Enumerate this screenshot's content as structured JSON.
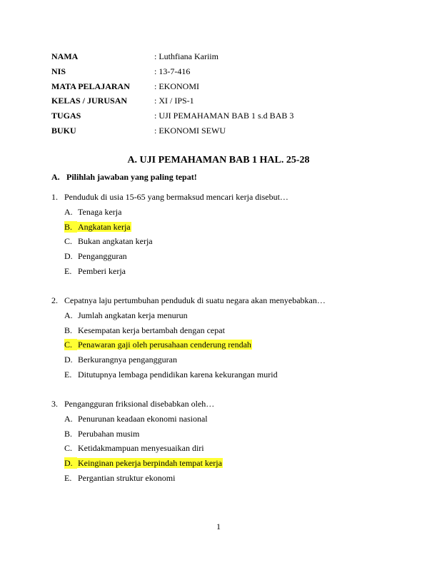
{
  "header": {
    "rows": [
      {
        "label": "NAMA",
        "value": ": Luthfiana Kariim"
      },
      {
        "label": "NIS",
        "value": ": 13-7-416"
      },
      {
        "label": "MATA PELAJARAN",
        "value": ": EKONOMI"
      },
      {
        "label": "KELAS / JURUSAN",
        "value": ": XI / IPS-1"
      },
      {
        "label": "TUGAS",
        "value": ": UJI PEMAHAMAN BAB 1 s.d BAB 3"
      },
      {
        "label": "BUKU",
        "value": ": EKONOMI SEWU"
      }
    ]
  },
  "section": {
    "title": "A. UJI PEMAHAMAN BAB 1 HAL. 25-28",
    "instruction_num": "A.",
    "instruction_text": "Pilihlah jawaban yang paling tepat!"
  },
  "questions": [
    {
      "num": "1.",
      "stem": "Penduduk di usia 15-65 yang bermaksud mencari kerja disebut…",
      "options": [
        {
          "letter": "A.",
          "text": "Tenaga kerja"
        },
        {
          "letter": "B.",
          "text": "Angkatan kerja"
        },
        {
          "letter": "C.",
          "text": "Bukan angkatan kerja"
        },
        {
          "letter": "D.",
          "text": "Pengangguran"
        },
        {
          "letter": "E.",
          "text": "Pemberi kerja"
        }
      ]
    },
    {
      "num": "2.",
      "stem": "Cepatnya laju pertumbuhan penduduk di suatu negara akan menyebabkan…",
      "options": [
        {
          "letter": "A.",
          "text": "Jumlah angkatan kerja menurun"
        },
        {
          "letter": "B.",
          "text": "Kesempatan kerja bertambah dengan cepat"
        },
        {
          "letter": "C.",
          "text": "Penawaran gaji oleh perusahaan cenderung rendah"
        },
        {
          "letter": "D.",
          "text": "Berkurangnya pengangguran"
        },
        {
          "letter": "E.",
          "text": "Ditutupnya lembaga pendidikan karena kekurangan murid"
        }
      ]
    },
    {
      "num": "3.",
      "stem": "Pengangguran friksional disebabkan oleh…",
      "options": [
        {
          "letter": "A.",
          "text": "Penurunan keadaan ekonomi nasional"
        },
        {
          "letter": "B.",
          "text": "Perubahan musim"
        },
        {
          "letter": "C.",
          "text": "Ketidakmampuan menyesuaikan diri"
        },
        {
          "letter": "D.",
          "text": "Keinginan pekerja berpindah tempat kerja"
        },
        {
          "letter": "E.",
          "text": "Pergantian struktur ekonomi"
        }
      ]
    }
  ],
  "highlight_color": "#ffff33",
  "page_number": "1"
}
